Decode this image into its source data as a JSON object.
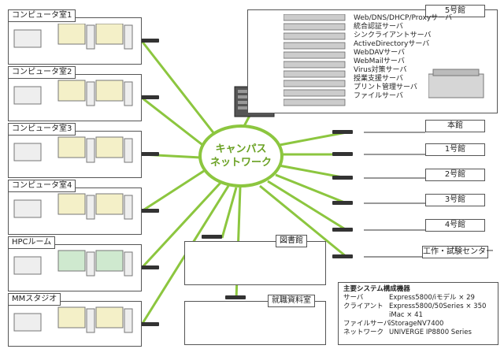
{
  "hub": {
    "line1": "キャンパス",
    "line2": "ネットワーク"
  },
  "rooms_left": [
    "コンピュータ室1",
    "コンピュータ室2",
    "コンピュータ室3",
    "コンピュータ室4",
    "HPCルーム",
    "MMスタジオ"
  ],
  "library": "図書館",
  "job_room": "就職資料室",
  "building5": {
    "title": "5号館",
    "servers": [
      "Web/DNS/DHCP/Proxyサーバ",
      "統合認証サーバ",
      "シンクライアントサーバ",
      "ActiveDirectoryサーバ",
      "WebDAVサーバ",
      "WebMailサーバ",
      "Virus対策サーバ",
      "授業支援サーバ",
      "プリント管理サーバ",
      "ファイルサーバ"
    ]
  },
  "buildings_right": [
    "本館",
    "1号館",
    "2号館",
    "3号館",
    "4号館",
    "工作・試験センター"
  ],
  "legend": {
    "title": "主要システム構成機器",
    "rows": [
      {
        "key": "サーバ",
        "value": "Express5800/iモデル × 29"
      },
      {
        "key": "クライアント",
        "value": "Express5800/50Series × 350"
      },
      {
        "key": "",
        "value": "iMac × 41"
      },
      {
        "key": "ファイルサーバ",
        "value": "iStorageNV7400"
      },
      {
        "key": "ネットワーク",
        "value": "UNIVERGE IP8800 Series"
      }
    ]
  },
  "colors": {
    "link": "#8cc63f",
    "hub_text": "#6aa123"
  }
}
